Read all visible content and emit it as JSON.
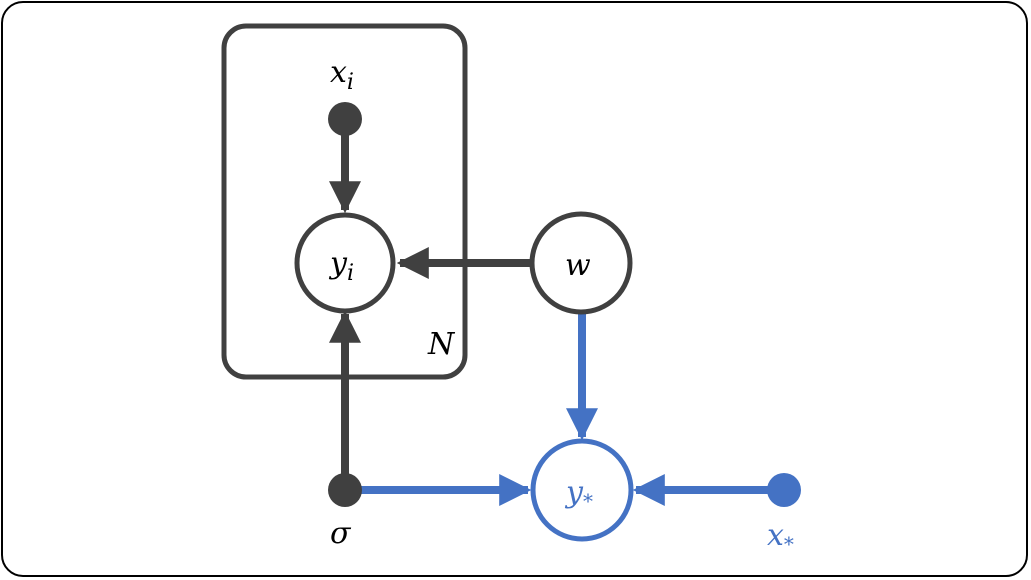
{
  "diagram": {
    "type": "graphical-model",
    "colors": {
      "observed": "#404040",
      "predictive": "#4472c4"
    },
    "plate": {
      "label": "N"
    },
    "nodes": {
      "x_i": {
        "label": "x",
        "sub": "i",
        "kind": "observed-point"
      },
      "y_i": {
        "label": "y",
        "sub": "i",
        "kind": "random-variable"
      },
      "w": {
        "label": "w",
        "kind": "random-variable"
      },
      "sigma": {
        "label": "σ",
        "kind": "observed-point"
      },
      "y_star": {
        "label": "y",
        "sub": "*",
        "kind": "predictive-variable"
      },
      "x_star": {
        "label": "x",
        "sub": "*",
        "kind": "predictive-point"
      }
    },
    "edges": [
      {
        "from": "x_i",
        "to": "y_i",
        "color": "observed"
      },
      {
        "from": "w",
        "to": "y_i",
        "color": "observed"
      },
      {
        "from": "sigma",
        "to": "y_i",
        "color": "observed"
      },
      {
        "from": "w",
        "to": "y_star",
        "color": "predictive"
      },
      {
        "from": "sigma",
        "to": "y_star",
        "color": "predictive"
      },
      {
        "from": "x_star",
        "to": "y_star",
        "color": "predictive"
      }
    ]
  }
}
